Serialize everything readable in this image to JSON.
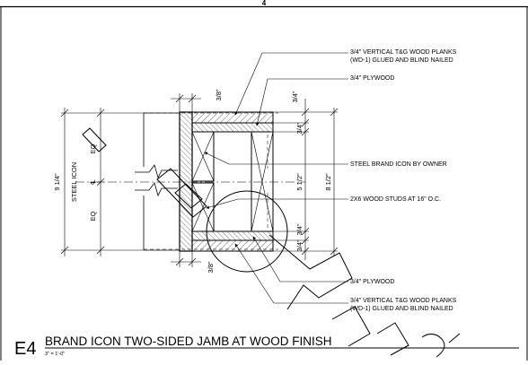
{
  "sheet": {
    "column_number": "4"
  },
  "detail": {
    "mark": "E4",
    "title": "BRAND ICON TWO-SIDED JAMB AT WOOD FINISH",
    "scale": "3\" = 1'-0\""
  },
  "callouts": {
    "top_planks_line1": "3/4\" VERTICAL T&G WOOD PLANKS",
    "top_planks_line2": "(WD-1) GLUED AND BLIND NAILED",
    "top_plywood": "3/4\" PLYWOOD",
    "steel_icon": "STEEL BRAND ICON BY OWNER",
    "studs": "2X6 WOOD STUDS AT 16\" O.C.",
    "bottom_plywood": "3/4\" PLYWOOD",
    "bottom_planks_line1": "3/4\" VERTICAL T&G WOOD PLANKS",
    "bottom_planks_line2": "(WD-1) GLUED AND BLIND NAILED"
  },
  "dimensions": {
    "left_overall": "9 1/4\"",
    "steel_icon_label": "STEEL ICON",
    "eq_upper": "EQ",
    "eq_lower": "EQ",
    "centerline": "℄",
    "top_gap": "3/8\"",
    "bottom_gap": "3/8\"",
    "right_top_plank": "3/4\"",
    "right_top_ply": "3/4\"",
    "right_middle": "5 1/2\"",
    "right_overall": "8 1/2\"",
    "right_bottom_plank": "3/4\"",
    "right_bottom_ply": "3/4\""
  }
}
